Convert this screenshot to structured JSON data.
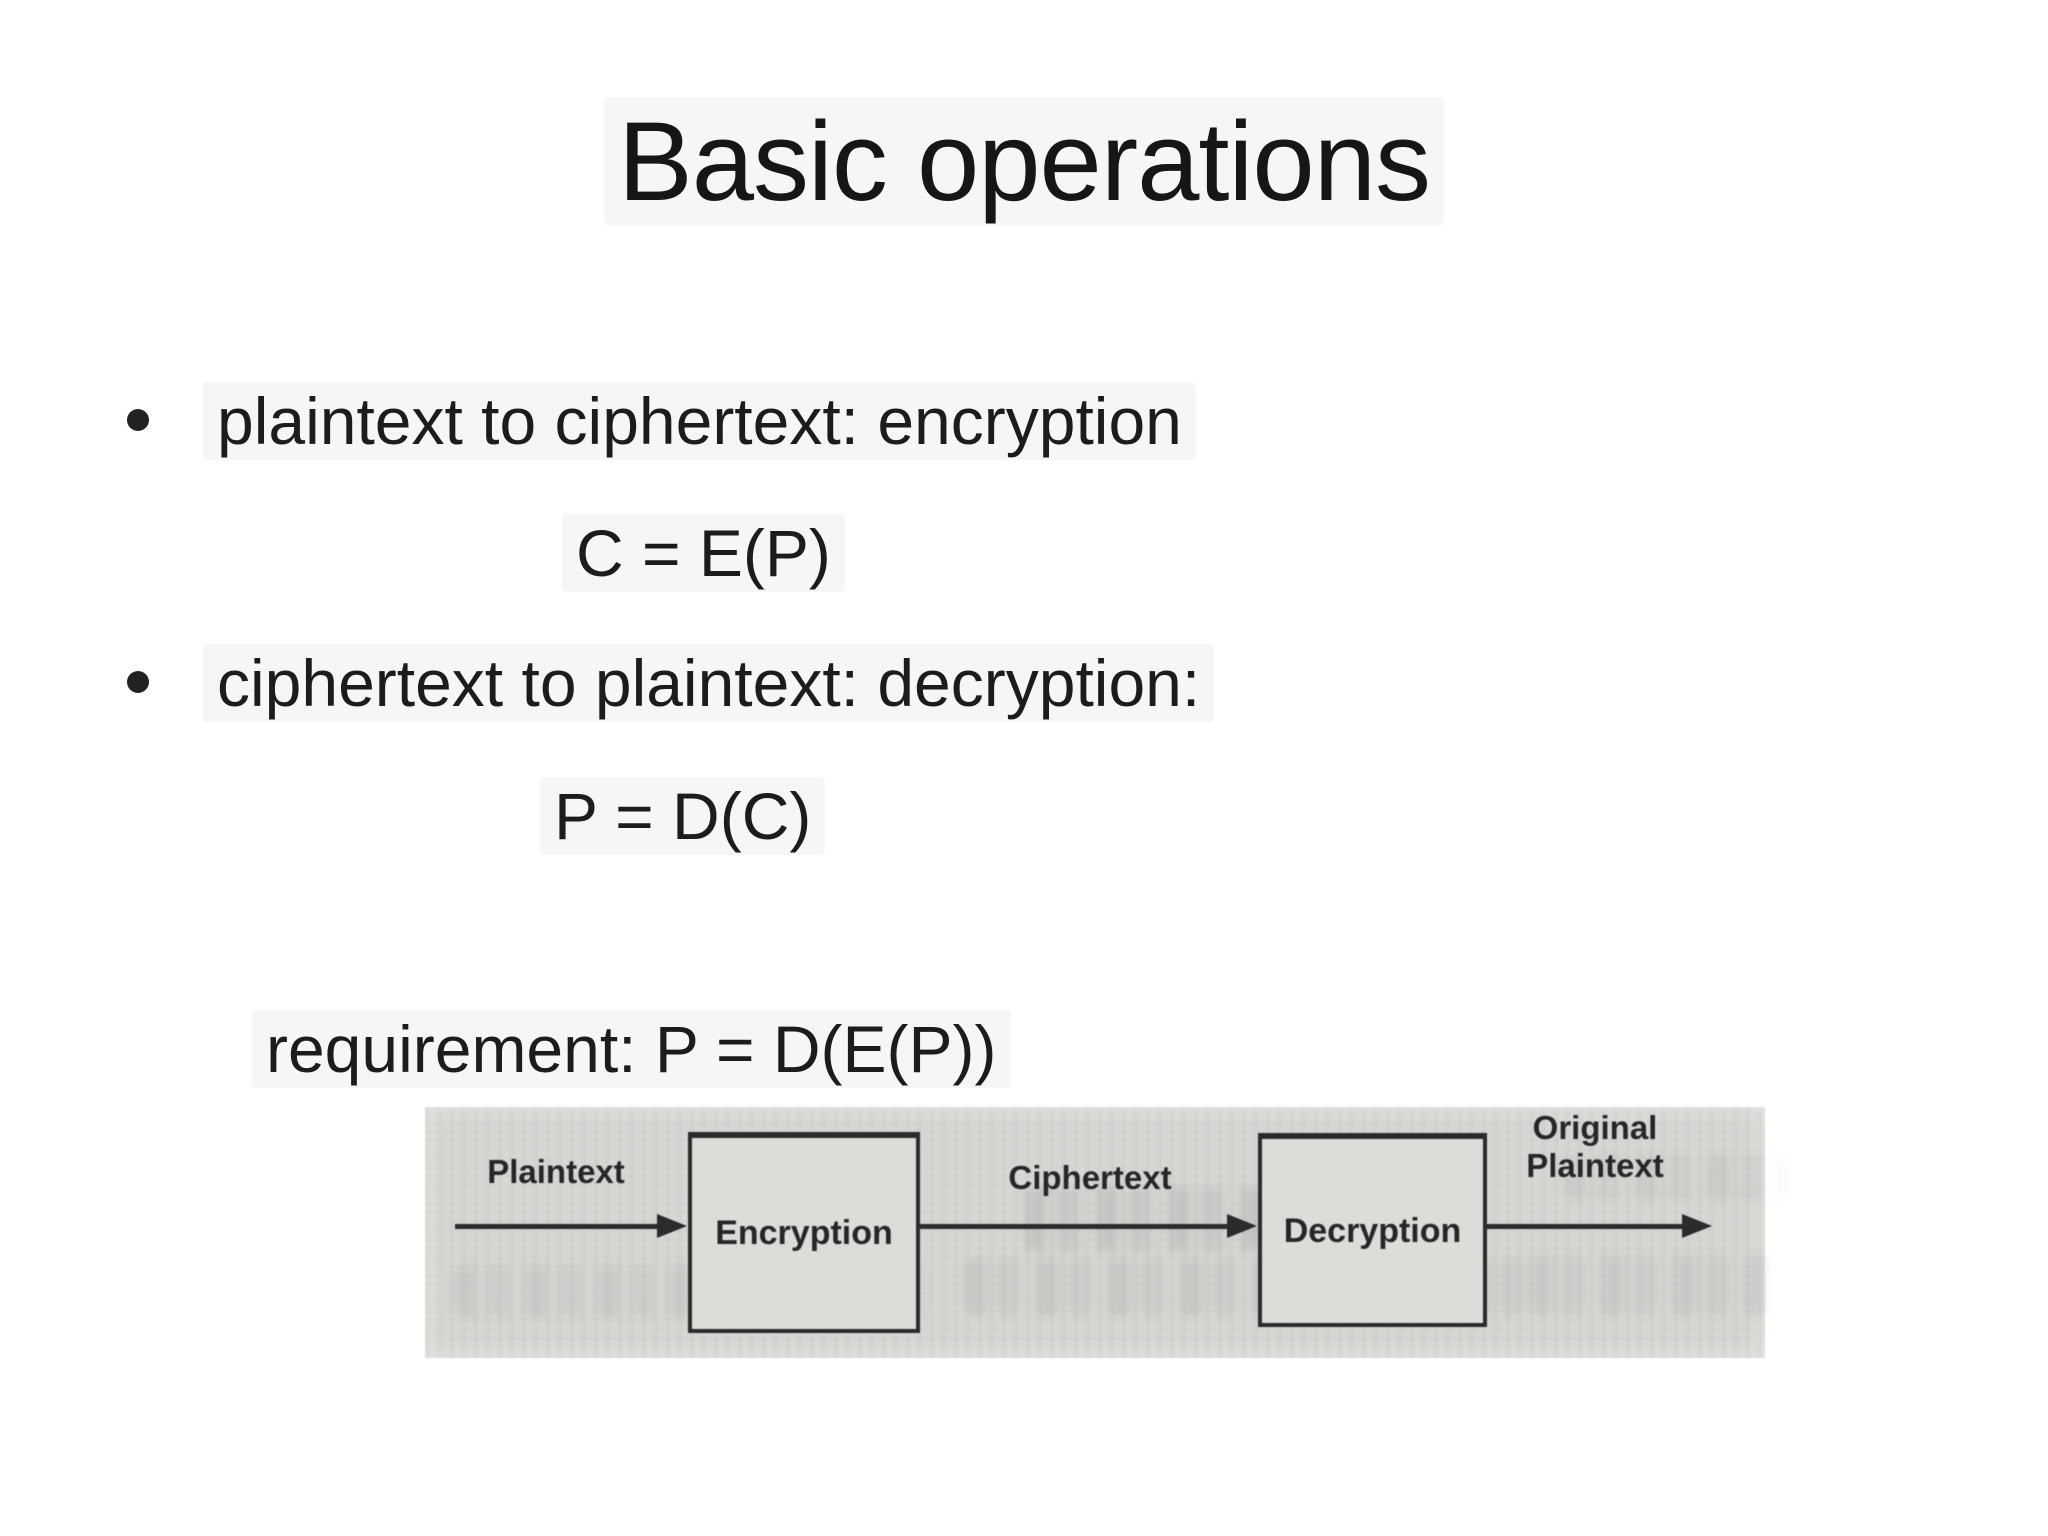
{
  "content": {
    "title": "Basic operations",
    "bullets": [
      {
        "label": "plaintext to ciphertext: encryption",
        "formula": "C = E(P)"
      },
      {
        "label": "ciphertext to plaintext: decryption:",
        "formula": "P = D(C)"
      }
    ],
    "requirement": "requirement: P = D(E(P))"
  },
  "diagram": {
    "input_label": "Plaintext",
    "middle_label": "Ciphertext",
    "output_label_line1": "Original",
    "output_label_line2": "Plaintext",
    "encryption_box_label": "Encryption",
    "decryption_box_label": "Decryption",
    "colors": {
      "panel_background": "#d8d6d3",
      "box_background": "#dedcd9",
      "ink": "#2b2b2b",
      "text": "#1c1c1c"
    }
  }
}
